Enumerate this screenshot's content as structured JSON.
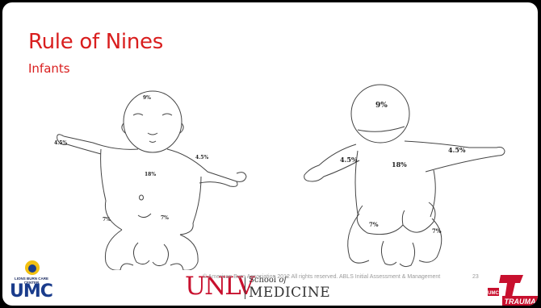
{
  "slide": {
    "title": "Rule of Nines",
    "subtitle": "Infants"
  },
  "front_figure": {
    "labels": {
      "head": "9%",
      "right_arm": "4.5%",
      "left_arm": "4.5%",
      "trunk": "18%",
      "right_leg": "7%",
      "left_leg": "7%"
    }
  },
  "back_figure": {
    "labels": {
      "head": "9%",
      "left_arm": "4.5%",
      "right_arm": "4.5%",
      "trunk": "18%",
      "left_leg": "7%",
      "right_leg": "7%"
    }
  },
  "footer": {
    "copyright": "© American Burn Association 2012 All rights reserved.  ABLS Initial Assessment & Management",
    "page_number": "23"
  },
  "logos": {
    "left_text": "LIONS BURN CARE CENTER",
    "left_brand": "UMC",
    "center_brand": "UNLV",
    "school_prefix": "School",
    "school_of": "of",
    "school_name": "MEDICINE",
    "right_brand_small": "UMC",
    "right_brand": "TRAUMA"
  },
  "colors": {
    "title_red": "#d91e1e",
    "unlv_red": "#c8102e",
    "umc_blue": "#1a3c8c"
  }
}
